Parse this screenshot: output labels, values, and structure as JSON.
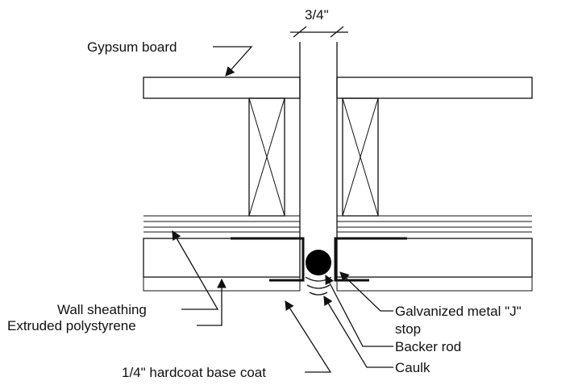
{
  "labels": {
    "dimension": "3/4\"",
    "gypsum_board": "Gypsum board",
    "wall_sheathing": "Wall sheathing",
    "extruded_polystyrene": "Extruded polystyrene",
    "base_coat": "1/4\" hardcoat base coat",
    "j_stop_line1": "Galvanized metal \"J\"",
    "j_stop_line2": "stop",
    "backer_rod": "Backer rod",
    "caulk": "Caulk"
  },
  "colors": {
    "ink": "#111111",
    "board_fill": "#e9e9e9",
    "hardcoat_fill": "#8a8a8a",
    "background": "#ffffff"
  }
}
